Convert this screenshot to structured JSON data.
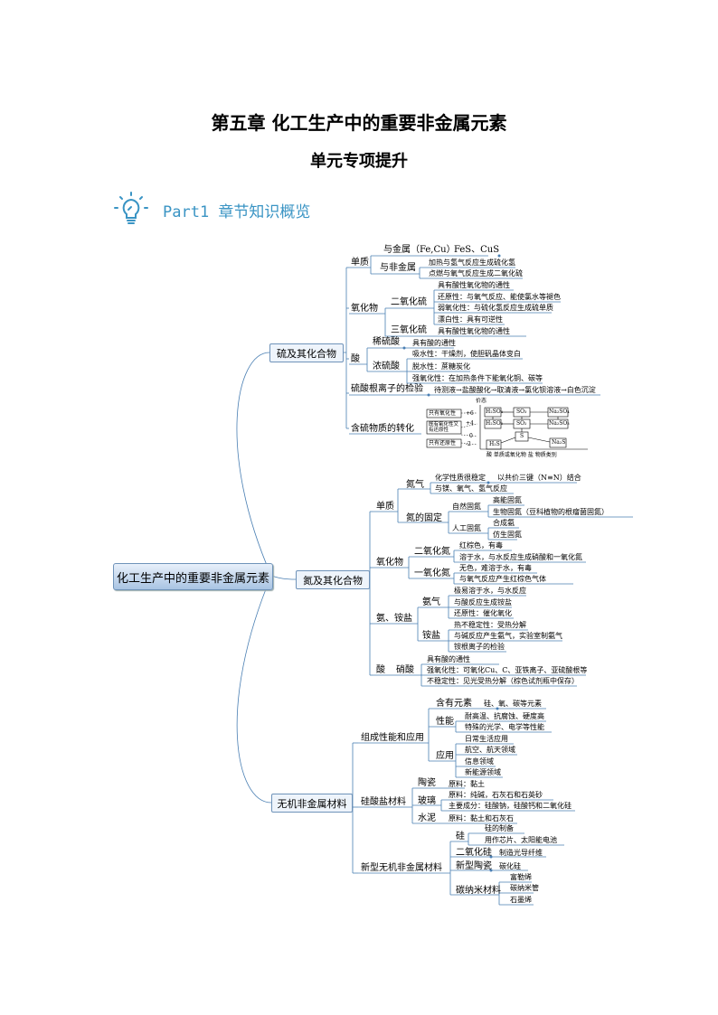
{
  "header": {
    "title": "第五章  化工生产中的重要非金属元素",
    "subtitle": "单元专项提升",
    "part_label": "Part1  章节知识概览"
  },
  "colors": {
    "accent": "#3a94c4",
    "box_border": "#6f93b9",
    "line": "#4a7fb3"
  },
  "root": "化工生产中的重要非金属元素",
  "sulfur": {
    "title": "硫及其化合物",
    "simple": "单质",
    "metal": "与金属（Fe,Cu）",
    "metal_products": "FeS、CuS",
    "nonmetal": "与非金属",
    "nonmetal_1": "加热与氢气反应生成硫化氢",
    "nonmetal_2": "点燃与氧气反应生成二氧化硫",
    "oxide": "氧化物",
    "so2": "二氧化硫",
    "so2_1": "具有酸性氧化物的通性",
    "so2_2": "还原性：与氧气反应、能使氯水等褪色",
    "so2_3": "弱氧化性：与硫化氢反应生成硫单质",
    "so2_4": "漂白性：具有可逆性",
    "so3": "三氧化硫",
    "so3_1": "具有酸性氧化物的通性",
    "acid": "酸",
    "dilute": "稀硫酸",
    "dilute_1": "具有酸的通性",
    "conc": "浓硫酸",
    "conc_1": "吸水性：干燥剂，使胆矾晶体变白",
    "conc_2": "脱水性：蔗糖炭化",
    "conc_3": "强氧化性：在加热条件下能氧化铜、碳等",
    "test": "硫酸根离子的检验",
    "test_steps": "待测液→盐酸酸化→取清液→氯化钡溶液→白色沉淀",
    "conversion": "含硫物质的转化",
    "diagram": {
      "yaxis": "价态",
      "xaxis": "酸     单质或氧化物     盐     物质类别",
      "v6": "+6",
      "v4": "+4",
      "v0": "0",
      "vm2": "-2",
      "prop_ox": "只有氧化性",
      "prop_both": "既有氧化性又有还原性",
      "prop_red": "只有还原性",
      "h2so4": "H₂SO₄",
      "so3": "SO₃",
      "na2so4": "Na₂SO₄",
      "h2so3": "H₂SO₃",
      "so2": "SO₂",
      "na2so3": "Na₂SO₃",
      "s": "S",
      "h2s": "H₂S",
      "na2s": "Na₂S"
    }
  },
  "nitrogen": {
    "title": "氮及其化合物",
    "simple": "单质",
    "n2": "氮气",
    "n2_1": "化学性质很稳定",
    "n2_1b": "以共价三键（N≡N）结合",
    "n2_2": "与镁、氧气、氢气反应",
    "fix": "氮的固定",
    "natural": "自然固氮",
    "natural_1": "高能固氮",
    "natural_2": "生物固氮（豆科植物的根瘤菌固氮）",
    "artificial": "人工固氮",
    "artificial_1": "合成氨",
    "artificial_2": "仿生固氮",
    "oxide": "氧化物",
    "no2": "二氧化氮",
    "no2_1": "红棕色，有毒",
    "no2_2": "溶于水，与水反应生成硝酸和一氧化氮",
    "no": "一氧化氮",
    "no_1": "无色，难溶于水，有毒",
    "no_2": "与氧气反应产生红棕色气体",
    "ammonia_salt": "氨、铵盐",
    "nh3": "氨气",
    "nh3_0": "极易溶于水，与水反应",
    "nh3_1": "与酸反应生成铵盐",
    "nh3_2": "还原性：催化氧化",
    "nh4": "铵盐",
    "nh4_1": "热不稳定性：受热分解",
    "nh4_2": "与碱反应产生氨气，实验室制氨气",
    "nh4_3": "铵根离子的检验",
    "acid": "酸",
    "hno3": "硝酸",
    "hno3_1": "具有酸的通性",
    "hno3_2": "强氧化性：可氧化Cu、C、亚铁离子、亚硫酸根等",
    "hno3_3": "不稳定性：见光受热分解（棕色试剂瓶中保存）"
  },
  "materials": {
    "title": "无机非金属材料",
    "composition": "组成性能和应用",
    "elements": "含有元素",
    "elements_1": "硅、氧、碳等元素",
    "perf": "性能",
    "perf_1": "耐高温、抗腐蚀、硬度高",
    "perf_2": "特殊的光学、电学等性能",
    "app": "应用",
    "app_1": "日常生活应用",
    "app_2": "航空、航天领域",
    "app_3": "信息领域",
    "app_4": "新能源领域",
    "silicate": "硅酸盐材料",
    "ceramic": "陶瓷",
    "ceramic_1": "原料：黏土",
    "glass": "玻璃",
    "glass_1": "原料：纯碱，石灰石和石英砂",
    "glass_2": "主要成分：硅酸钠，硅酸钙和二氧化硅",
    "cement": "水泥",
    "cement_1": "原料：黏土和石灰石",
    "new": "新型无机非金属材料",
    "si": "硅",
    "si_1": "硅的制备",
    "si_2": "用作芯片、太阳能电池",
    "sio2": "二氧化硅",
    "sio2_1": "制造光导纤维",
    "newceramic": "新型陶瓷",
    "newceramic_1": "碳化硅",
    "carbon": "碳纳米材料",
    "carbon_1": "富勒烯",
    "carbon_2": "碳纳米管",
    "carbon_3": "石墨烯"
  }
}
